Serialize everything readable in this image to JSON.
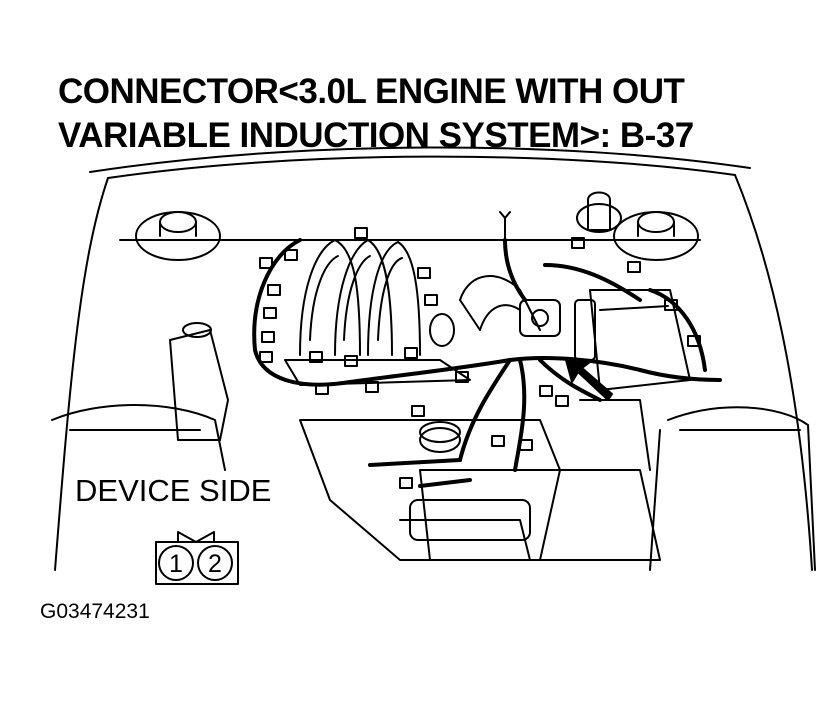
{
  "title": {
    "line1": "CONNECTOR<3.0L ENGINE WITH OUT",
    "line2": "VARIABLE INDUCTION SYSTEM>: B-37"
  },
  "device_side": {
    "label": "DEVICE SIDE",
    "pins": [
      "1",
      "2"
    ]
  },
  "figure_id": "G03474231"
}
